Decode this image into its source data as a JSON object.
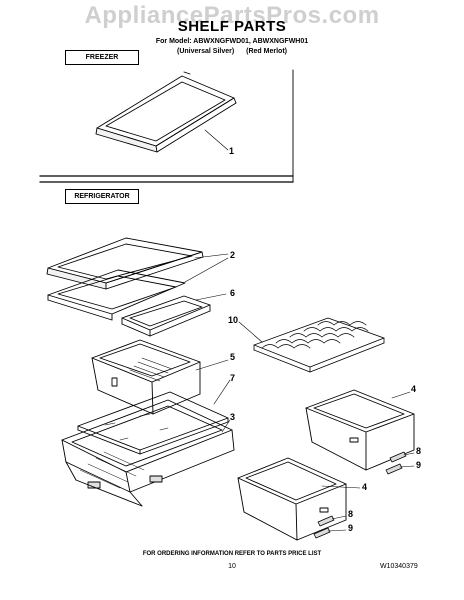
{
  "header": {
    "watermark": "AppliancePartsPros.com",
    "title": "SHELF PARTS",
    "model_line": "For Model: ABWXNGFWD01, ABWXNGFWH01",
    "variants": [
      "(Universal Silver)",
      "(Red Merlot)"
    ]
  },
  "sections": {
    "freezer": "FREEZER",
    "refrigerator": "REFRIGERATOR"
  },
  "callouts": [
    "1",
    "2",
    "6",
    "10",
    "5",
    "7",
    "3",
    "4",
    "8",
    "9",
    "4",
    "8",
    "9"
  ],
  "footer": {
    "ordering_info": "FOR ORDERING INFORMATION REFER TO PARTS PRICE LIST",
    "page_number": "10",
    "doc_number": "W10340379"
  }
}
